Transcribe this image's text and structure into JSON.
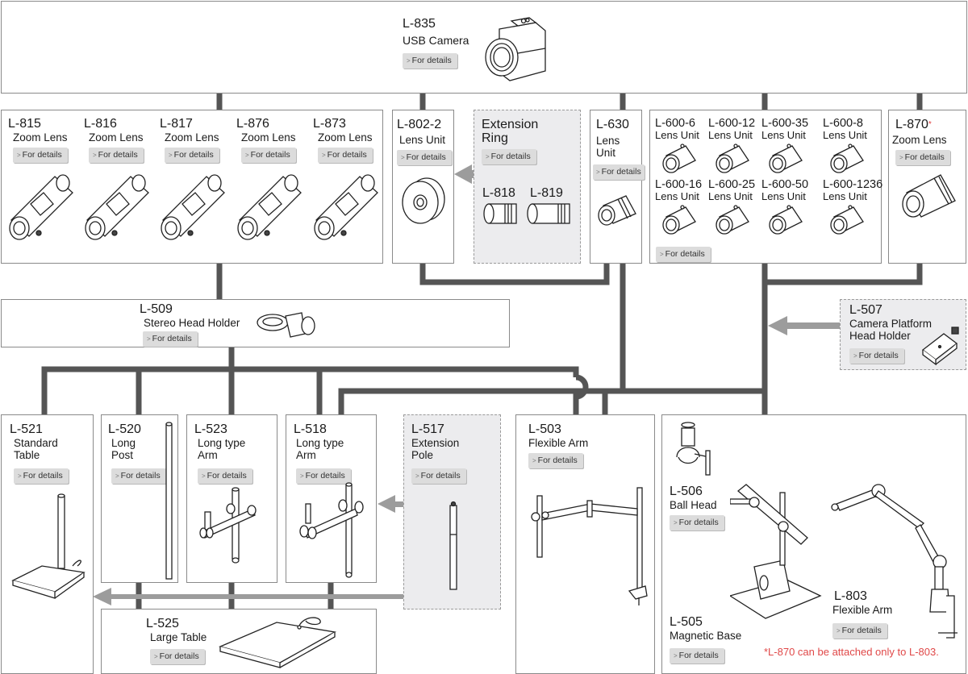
{
  "diagram": {
    "type": "product-compatibility-tree",
    "details_label": "For details",
    "footnote": "*L-870 can be attached only to L-803.",
    "accent_color": "#e03a3a",
    "line_color": "#555555",
    "optional_box_color": "#ececee"
  },
  "camera": {
    "code": "L-835",
    "name": "USB Camera"
  },
  "lenses": {
    "zoom": [
      {
        "code": "L-815",
        "name": "Zoom Lens"
      },
      {
        "code": "L-816",
        "name": "Zoom Lens"
      },
      {
        "code": "L-817",
        "name": "Zoom Lens"
      },
      {
        "code": "L-876",
        "name": "Zoom Lens"
      },
      {
        "code": "L-873",
        "name": "Zoom Lens"
      }
    ],
    "l802": {
      "code": "L-802-2",
      "name": "Lens Unit"
    },
    "extension_ring": {
      "title": "Extension Ring",
      "parts": [
        "L-818",
        "L-819"
      ]
    },
    "l630": {
      "code": "L-630",
      "name": "Lens Unit"
    },
    "l600": [
      {
        "code": "L-600-6",
        "name": "Lens Unit"
      },
      {
        "code": "L-600-12",
        "name": "Lens Unit"
      },
      {
        "code": "L-600-35",
        "name": "Lens Unit"
      },
      {
        "code": "L-600-8",
        "name": "Lens Unit"
      },
      {
        "code": "L-600-16",
        "name": "Lens Unit"
      },
      {
        "code": "L-600-25",
        "name": "Lens Unit"
      },
      {
        "code": "L-600-50",
        "name": "Lens Unit"
      },
      {
        "code": "L-600-1236",
        "name": "Lens Unit"
      }
    ],
    "l870": {
      "code": "L-870",
      "marker": "*",
      "name": "Zoom Lens"
    }
  },
  "holders": {
    "l509": {
      "code": "L-509",
      "name": "Stereo Head Holder"
    },
    "l507": {
      "code": "L-507",
      "name_line1": "Camera Platform",
      "name_line2": "Head Holder"
    }
  },
  "stands": {
    "l521": {
      "code": "L-521",
      "name_line1": "Standard",
      "name_line2": "Table"
    },
    "l520": {
      "code": "L-520",
      "name_line1": "Long",
      "name_line2": "Post"
    },
    "l523": {
      "code": "L-523",
      "name_line1": "Long type",
      "name_line2": "Arm"
    },
    "l518": {
      "code": "L-518",
      "name_line1": "Long type",
      "name_line2": "Arm"
    },
    "l517": {
      "code": "L-517",
      "name_line1": "Extension",
      "name_line2": "Pole"
    },
    "l503": {
      "code": "L-503",
      "name": "Flexible Arm"
    },
    "l506": {
      "code": "L-506",
      "name": "Ball Head"
    },
    "l505": {
      "code": "L-505",
      "name": "Magnetic Base"
    },
    "l803": {
      "code": "L-803",
      "name": "Flexible Arm"
    },
    "l525": {
      "code": "L-525",
      "name": "Large Table"
    }
  }
}
